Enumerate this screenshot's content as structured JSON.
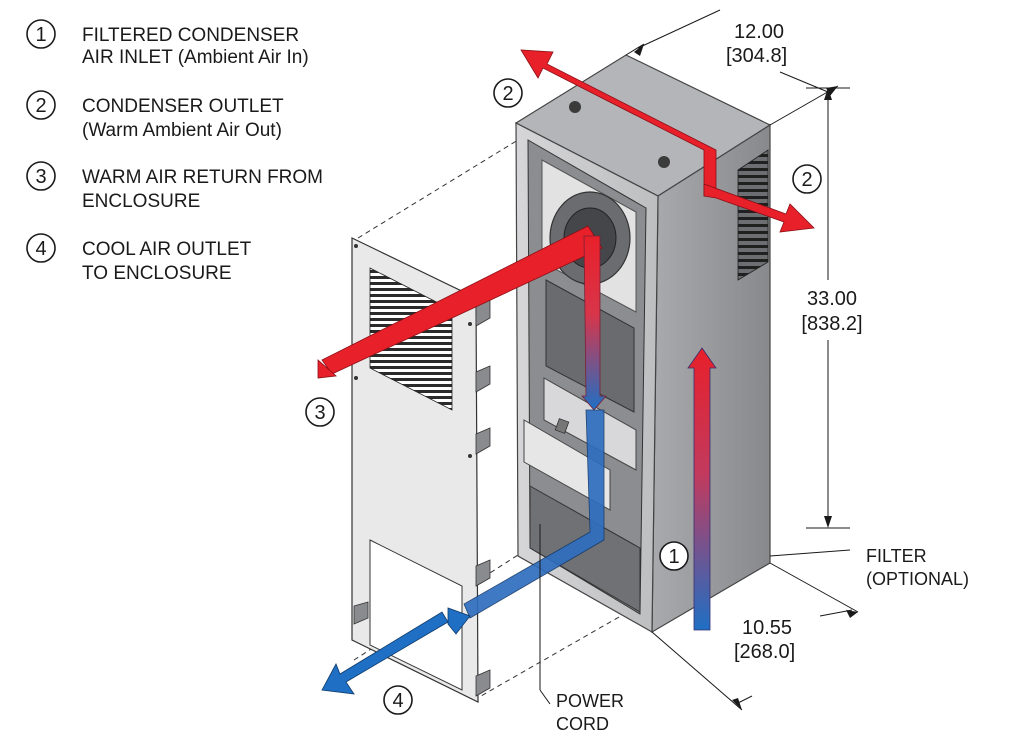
{
  "legend": [
    {
      "number": "1",
      "line1": "FILTERED CONDENSER",
      "line2": "AIR INLET (Ambient Air In)"
    },
    {
      "number": "2",
      "line1": "CONDENSER OUTLET",
      "line2": "(Warm Ambient Air Out)"
    },
    {
      "number": "3",
      "line1": "WARM AIR RETURN FROM",
      "line2": "ENCLOSURE"
    },
    {
      "number": "4",
      "line1": "COOL AIR OUTLET",
      "line2": "TO ENCLOSURE"
    }
  ],
  "dimensions": {
    "width": {
      "value": "12.00",
      "metric": "[304.8]"
    },
    "height": {
      "value": "33.00",
      "metric": "[838.2]"
    },
    "depth": {
      "value": "10.55",
      "metric": "[268.0]"
    }
  },
  "callouts": {
    "filter_line1": "FILTER",
    "filter_line2": "(OPTIONAL)",
    "power_line1": "POWER",
    "power_line2": "CORD"
  },
  "markers": {
    "m1": "1",
    "m2a": "2",
    "m2b": "2",
    "m3": "3",
    "m4": "4"
  },
  "colors": {
    "warm_air": "#e8202a",
    "cool_air": "#1f6fc4",
    "body_front": "#c8c8ca",
    "body_side": "#9a9b9e",
    "body_top": "#b7b8bb"
  }
}
